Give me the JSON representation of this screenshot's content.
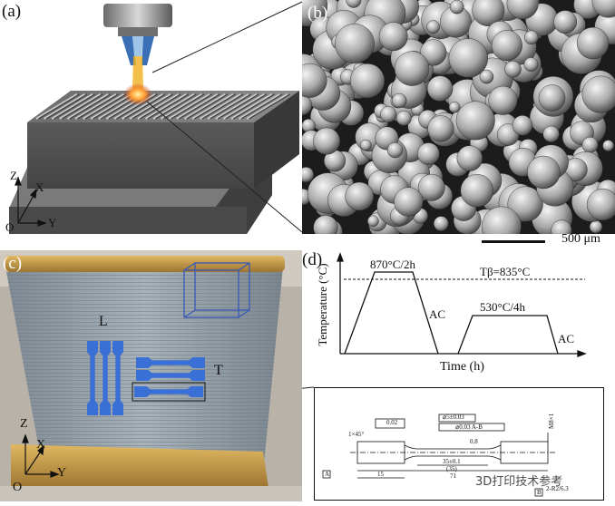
{
  "panels": {
    "a": {
      "label": "(a)",
      "axes": {
        "z": "Z",
        "x": "X",
        "y": "Y",
        "origin": "O"
      }
    },
    "b": {
      "label": "(b)",
      "scale_text": "500 μm"
    },
    "c": {
      "label": "(c)",
      "axes": {
        "z": "Z",
        "x": "X",
        "y": "Y",
        "origin": "O"
      },
      "longitudinal": "L",
      "transverse": "T"
    },
    "d": {
      "label": "(d)",
      "ylabel": "Temperature (°C)",
      "xlabel": "Time (h)",
      "step1": "870°C/2h",
      "step2": "530°C/4h",
      "cool1": "AC",
      "cool2": "AC",
      "tbeta": "Tβ=835°C"
    },
    "e": {
      "dims": {
        "chamfer": "1×45°",
        "flatness": "0.02",
        "diameter": "⌀5±0.03",
        "runout": "⌀0.03 A-B",
        "roughness1": "0.8",
        "gauge_len": "35±0.1",
        "parallel_len": "(35)",
        "total_len": "71",
        "shoulder_len": "15",
        "thread": "M8×1",
        "roughness2": "2-R2/6.3",
        "datum_a": "A",
        "datum_b": "B"
      }
    }
  },
  "watermark": "3D打印技术参考"
}
